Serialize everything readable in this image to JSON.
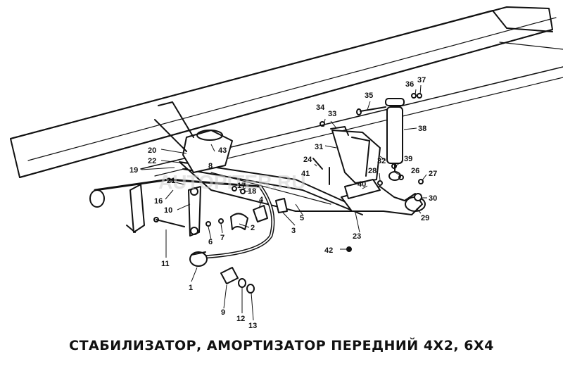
{
  "title": "СТАБИЛИЗАТОР, АМОРТИЗАТОР ПЕРЕДНИЙ 4Х2, 6Х4",
  "watermark": "AUTOPITER.RU",
  "callouts": [
    "1",
    "2",
    "3",
    "4",
    "5",
    "6",
    "7",
    "8",
    "9",
    "10",
    "11",
    "12",
    "13",
    "16",
    "17",
    "18",
    "19",
    "20",
    "21",
    "22",
    "23",
    "24",
    "26",
    "27",
    "28",
    "29",
    "30",
    "31",
    "32",
    "33",
    "34",
    "35",
    "36",
    "37",
    "38",
    "39",
    "40",
    "41",
    "42",
    "43"
  ]
}
